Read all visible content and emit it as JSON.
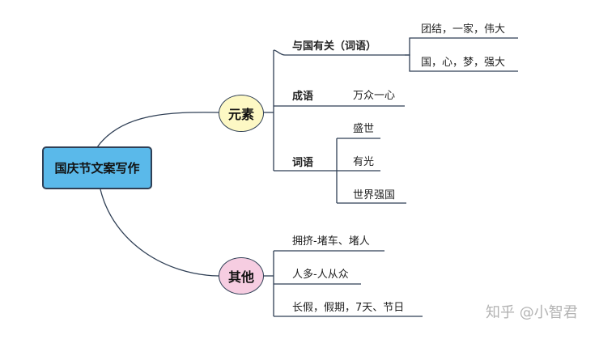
{
  "root": {
    "label": "国庆节文案写作"
  },
  "branches": {
    "elements": {
      "label": "元素",
      "related": {
        "label": "与国有关（词语）",
        "items": [
          "团结，一家，伟大",
          "国，心，梦，强大"
        ]
      },
      "idiom": {
        "label": "成语",
        "items": [
          "万众一心"
        ]
      },
      "words": {
        "label": "词语",
        "items": [
          "盛世",
          "有光",
          "世界强国"
        ]
      }
    },
    "other": {
      "label": "其他",
      "items": [
        "拥挤-堵车、堵人",
        "人多-人从众",
        "长假，假期，7天、节日"
      ]
    }
  },
  "watermark": "知乎 @小智君",
  "colors": {
    "root_fill": "#5ab9ea",
    "elements_fill": "#fdf8c4",
    "other_fill": "#f6cde1",
    "line": "#2f3f55"
  }
}
